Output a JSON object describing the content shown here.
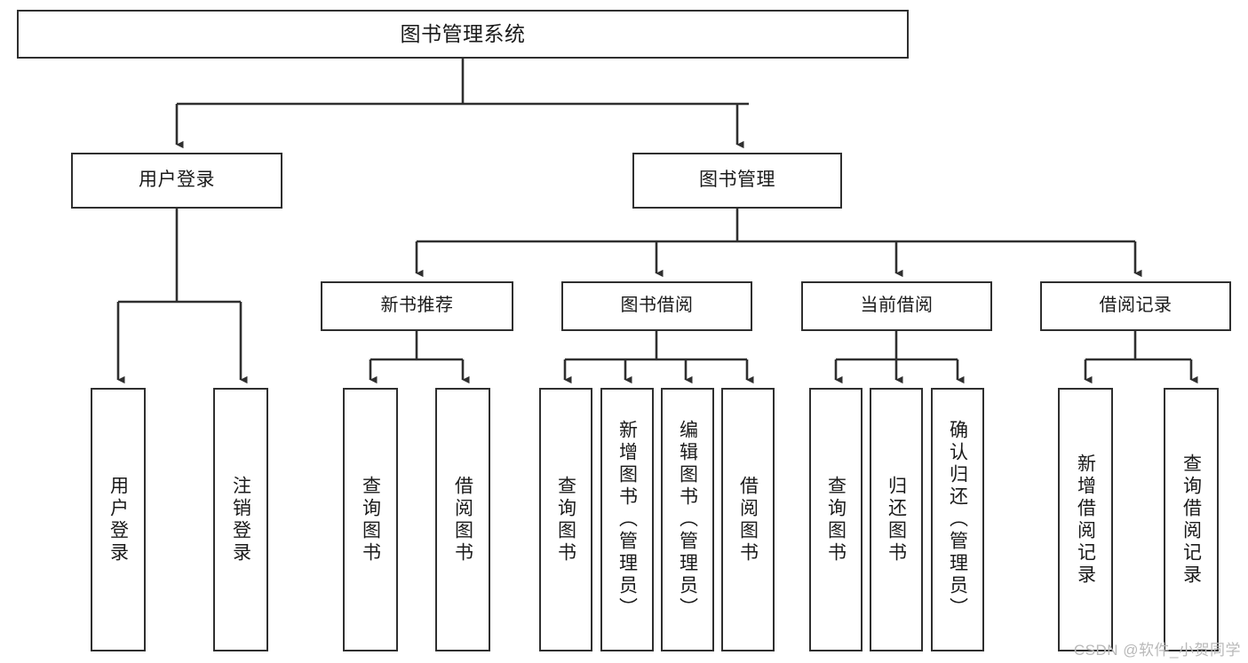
{
  "diagram": {
    "title": "图书管理系统",
    "watermark": "CSDN @软件_小贺同学",
    "type": "hierarchy-tree",
    "nodes": {
      "root": {
        "label": "图书管理系统"
      },
      "level1": [
        {
          "id": "user-login",
          "label": "用户登录"
        },
        {
          "id": "book-management",
          "label": "图书管理"
        }
      ],
      "level2": [
        {
          "id": "new-book-recommend",
          "label": "新书推荐"
        },
        {
          "id": "book-borrow",
          "label": "图书借阅"
        },
        {
          "id": "current-borrow",
          "label": "当前借阅"
        },
        {
          "id": "borrow-record",
          "label": "借阅记录"
        }
      ],
      "leaves": {
        "user_login": [
          {
            "id": "leaf-user-login",
            "label": "用户登录"
          },
          {
            "id": "leaf-logout",
            "label": "注销登录"
          }
        ],
        "new_book_recommend": [
          {
            "id": "leaf-query-book-1",
            "label": "查询图书"
          },
          {
            "id": "leaf-borrow-book-1",
            "label": "借阅图书"
          }
        ],
        "book_borrow": [
          {
            "id": "leaf-query-book-2",
            "label": "查询图书"
          },
          {
            "id": "leaf-add-book",
            "label": "新增图书（管理员）"
          },
          {
            "id": "leaf-edit-book",
            "label": "编辑图书（管理员）"
          },
          {
            "id": "leaf-borrow-book-2",
            "label": "借阅图书"
          }
        ],
        "current_borrow": [
          {
            "id": "leaf-query-book-3",
            "label": "查询图书"
          },
          {
            "id": "leaf-return-book",
            "label": "归还图书"
          },
          {
            "id": "leaf-confirm-return",
            "label": "确认归还（管理员）"
          }
        ],
        "borrow_record": [
          {
            "id": "leaf-add-record",
            "label": "新增借阅记录"
          },
          {
            "id": "leaf-query-record",
            "label": "查询借阅记录"
          }
        ]
      }
    },
    "colors": {
      "stroke": "#2f2f2f",
      "fill": "#ffffff",
      "text": "#1a1a1a",
      "watermark": "#b9b9b9"
    }
  }
}
